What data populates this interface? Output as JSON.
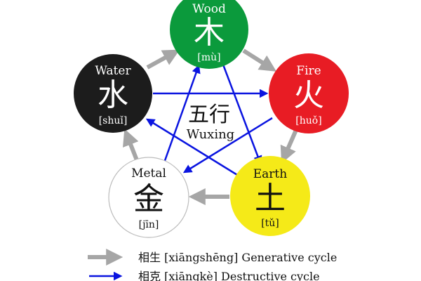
{
  "center": {
    "chars": "五行",
    "name": "Wuxing"
  },
  "elements": {
    "wood": {
      "name": "Wood",
      "char": "木",
      "pinyin": "[mù]",
      "color": "#0b9a3c"
    },
    "fire": {
      "name": "Fire",
      "char": "火",
      "pinyin": "[huǒ]",
      "color": "#e81c24"
    },
    "earth": {
      "name": "Earth",
      "char": "土",
      "pinyin": "[tǔ]",
      "color": "#f5ea18"
    },
    "metal": {
      "name": "Metal",
      "char": "金",
      "pinyin": "[jīn]",
      "color": "#ffffff"
    },
    "water": {
      "name": "Water",
      "char": "水",
      "pinyin": "[shuǐ]",
      "color": "#1c1c1c"
    }
  },
  "legend": {
    "generative": {
      "label": "相生 [xiāngshēng] Generative cycle",
      "color": "#a6a6a6"
    },
    "destructive": {
      "label": "相克 [xiāngkè] Destructive cycle",
      "color": "#0a14e0"
    }
  }
}
